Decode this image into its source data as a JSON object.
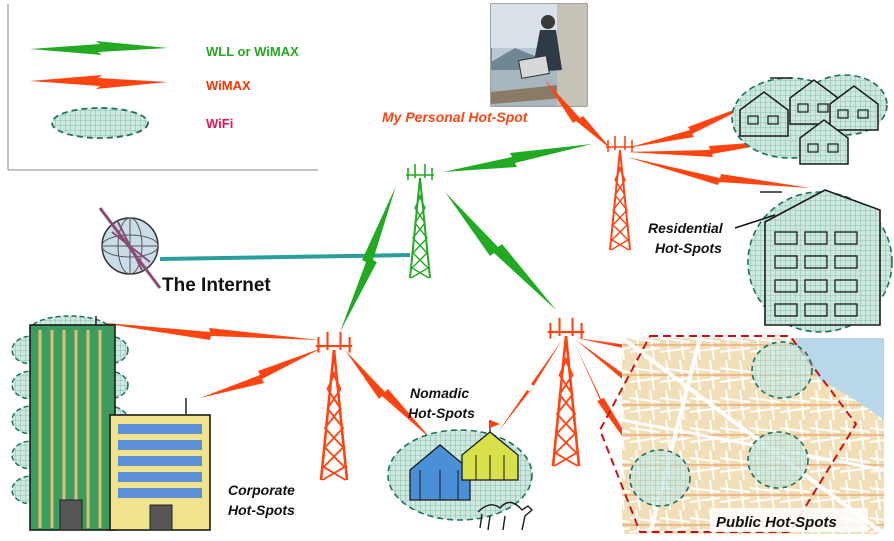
{
  "legend": {
    "wll_wimax_label": "WLL or WiMAX",
    "wimax_label": "WiMAX",
    "wifi_label": "WiFi"
  },
  "labels": {
    "personal": "My Personal Hot-Spot",
    "internet": "The Internet",
    "residential_line1": "Residential",
    "residential_line2": "Hot-Spots",
    "nomadic_line1": "Nomadic",
    "nomadic_line2": "Hot-Spots",
    "corporate_line1": "Corporate",
    "corporate_line2": "Hot-Spots",
    "public": "Public Hot-Spots"
  },
  "colors": {
    "wll_green": "#22aa22",
    "wimax_orange": "#ff4411",
    "wifi_teal": "#2e8b7a",
    "legend_wll_text": "#22aa22",
    "legend_wimax_text": "#ff3300",
    "legend_wifi_text": "#ee1155",
    "personal_text": "#ff4411",
    "internet_link": "#2a9d9d",
    "public_border": "#cc1111"
  },
  "icons": {
    "globe": "globe-icon",
    "tower": "antenna-tower-icon",
    "bolt": "lightning-link-icon",
    "house": "house-icon",
    "building": "office-building-icon",
    "tent": "circus-tent-icon",
    "camel": "camel-icon",
    "map": "city-map-icon",
    "photo": "laptop-user-photo-icon"
  }
}
